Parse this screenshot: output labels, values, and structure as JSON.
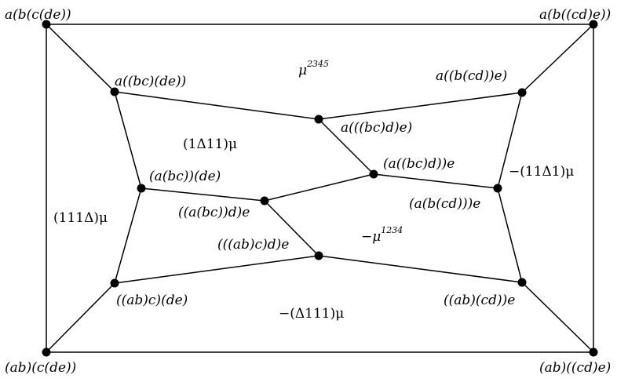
{
  "diagram": {
    "vertices": [
      {
        "id": "v1",
        "label": "a(b(c(de))"
      },
      {
        "id": "v2",
        "label": "a(b((cd)e))"
      },
      {
        "id": "v3",
        "label": "(ab)(c(de))"
      },
      {
        "id": "v4",
        "label": "(ab)((cd)e)"
      },
      {
        "id": "v5",
        "label": "a((bc)(de))"
      },
      {
        "id": "v6",
        "label": "a((b(cd))e)"
      },
      {
        "id": "v7",
        "label": "a(((bc)d)e)"
      },
      {
        "id": "v8",
        "label": "(a((bc)d))e"
      },
      {
        "id": "v9",
        "label": "(a(bc))(de)"
      },
      {
        "id": "v10",
        "label": "((a(bc))d)e"
      },
      {
        "id": "v11",
        "label": "(a(b(cd)))e"
      },
      {
        "id": "v12",
        "label": "(((ab)c)d)e"
      },
      {
        "id": "v13",
        "label": "((ab)c)(de)"
      },
      {
        "id": "v14",
        "label": "((ab)(cd))e"
      }
    ],
    "faces": {
      "mu2345": {
        "base": "μ",
        "sup": "2345"
      },
      "one_delta_11": "(1Δ11)μ",
      "neg_11_delta_1": "−(11Δ1)μ",
      "one11_delta": "(111Δ)μ",
      "neg_mu1234": {
        "base": "−μ",
        "sup": "1234"
      },
      "neg_delta111": "−(Δ111)μ"
    }
  }
}
